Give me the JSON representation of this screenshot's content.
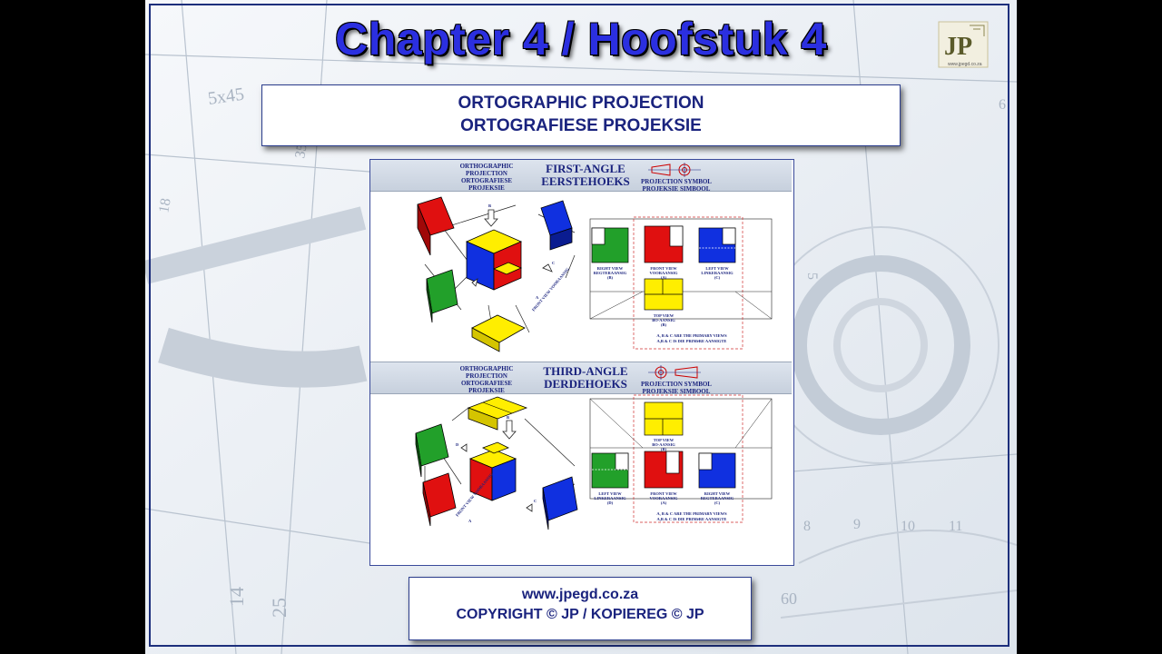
{
  "title": "Chapter 4 / Hoofstuk 4",
  "logo": {
    "letters": "JP",
    "url": "www.jpegd.co.za"
  },
  "subtitle": {
    "line1": "ORTOGRAPHIC PROJECTION",
    "line2": "ORTOGRAFIESE PROJEKSIE"
  },
  "first_angle": {
    "left_label_1": "ORTHOGRAPHIC PROJECTION",
    "left_label_2": "ORTOGRAFIESE PROJEKSIE",
    "title_1": "FIRST-ANGLE",
    "title_2": "EERSTEHOEKS",
    "symbol_label_1": "PROJECTION SYMBOL",
    "symbol_label_2": "PROJEKSIE SIMBOOL",
    "view_right": [
      "RIGHT VIEW",
      "REGTERAANSIG",
      "(B)"
    ],
    "view_front": [
      "FRONT VIEW",
      "VOORAANSIG",
      "(A)"
    ],
    "view_left": [
      "LEFT VIEW",
      "LINKERAANSIG",
      "(C)"
    ],
    "view_top": [
      "TOP VIEW",
      "BO-AANSIG",
      "(B)"
    ],
    "note_1": "A, B & C ARE THE PRIMARY VIEWS",
    "note_2": "A,B & C IS DIE PRIMêRE AANSIGTE",
    "iso_front_label": "FRONT VIEW VOORAANSIG",
    "arrow_a": "A",
    "arrow_b": "B",
    "arrow_c": "C"
  },
  "third_angle": {
    "left_label_1": "ORTHOGRAPHIC PROJECTION",
    "left_label_2": "ORTOGRAFIESE PROJEKSIE",
    "title_1": "THIRD-ANGLE",
    "title_2": "DERDEHOEKS",
    "symbol_label_1": "PROJECTION SYMBOL",
    "symbol_label_2": "PROJEKSIE SIMBOOL",
    "view_left": [
      "LEFT VIEW",
      "LINKERAANSIG",
      "(D)"
    ],
    "view_front": [
      "FRONT VIEW",
      "VOORAANSIG",
      "(A)"
    ],
    "view_right": [
      "RIGHT VIEW",
      "REGTERAANSIG",
      "(C)"
    ],
    "view_top": [
      "TOP VIEW",
      "BO-AANSIG",
      "(B)"
    ],
    "note_1": "A, B & C ARE THE PRIMARY VIEWS",
    "note_2": "A,B & C IS DIE PRIMêRE AANSIGTE",
    "iso_front_label": "FRONT VIEW VOORAANSIG",
    "arrow_a": "A",
    "arrow_b": "B",
    "arrow_c": "C",
    "arrow_d": "D"
  },
  "footer": {
    "url": "www.jpegd.co.za",
    "copyright": "COPYRIGHT © JP / KOPIEREG © JP"
  },
  "background_numbers": [
    "5x45",
    "35",
    "18",
    "14",
    "25",
    "60",
    "10",
    "9",
    "11",
    "6",
    "8",
    "7",
    "5"
  ],
  "colors": {
    "title": "#2b2fe0",
    "text": "#1a237e",
    "red": "#e01010",
    "green": "#22a02a",
    "blue": "#1030e0",
    "yellow": "#ffee00"
  }
}
